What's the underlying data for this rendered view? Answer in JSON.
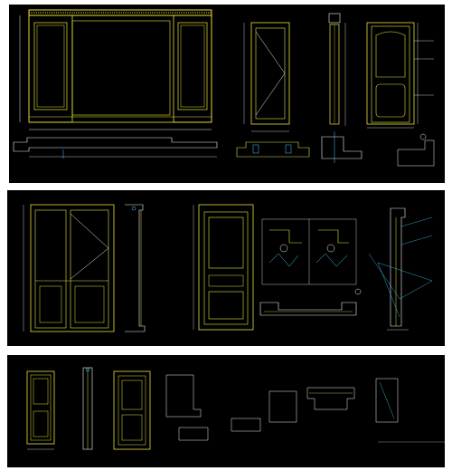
{
  "sheets": [
    {
      "name": "sheet-top",
      "panels": [
        "wall-elevation",
        "door-elevation",
        "door-section",
        "panel-door-elevation",
        "details"
      ]
    },
    {
      "name": "sheet-middle",
      "panels": [
        "glass-door-elevation",
        "section-strip",
        "panel-door",
        "detail-nodes",
        "profile-section"
      ]
    },
    {
      "name": "sheet-bottom",
      "panels": [
        "door-elevation-small",
        "frame-section",
        "door-elevation-2",
        "profile-details"
      ]
    }
  ],
  "colors": {
    "sheet_bg": "#000000",
    "page_bg": "#ffffff",
    "line_yellow": "#e8e23a",
    "line_white": "#f2f2f2",
    "line_cyan": "#3fd0ff",
    "line_green": "#4de36b",
    "line_red": "#ff4a4a"
  }
}
